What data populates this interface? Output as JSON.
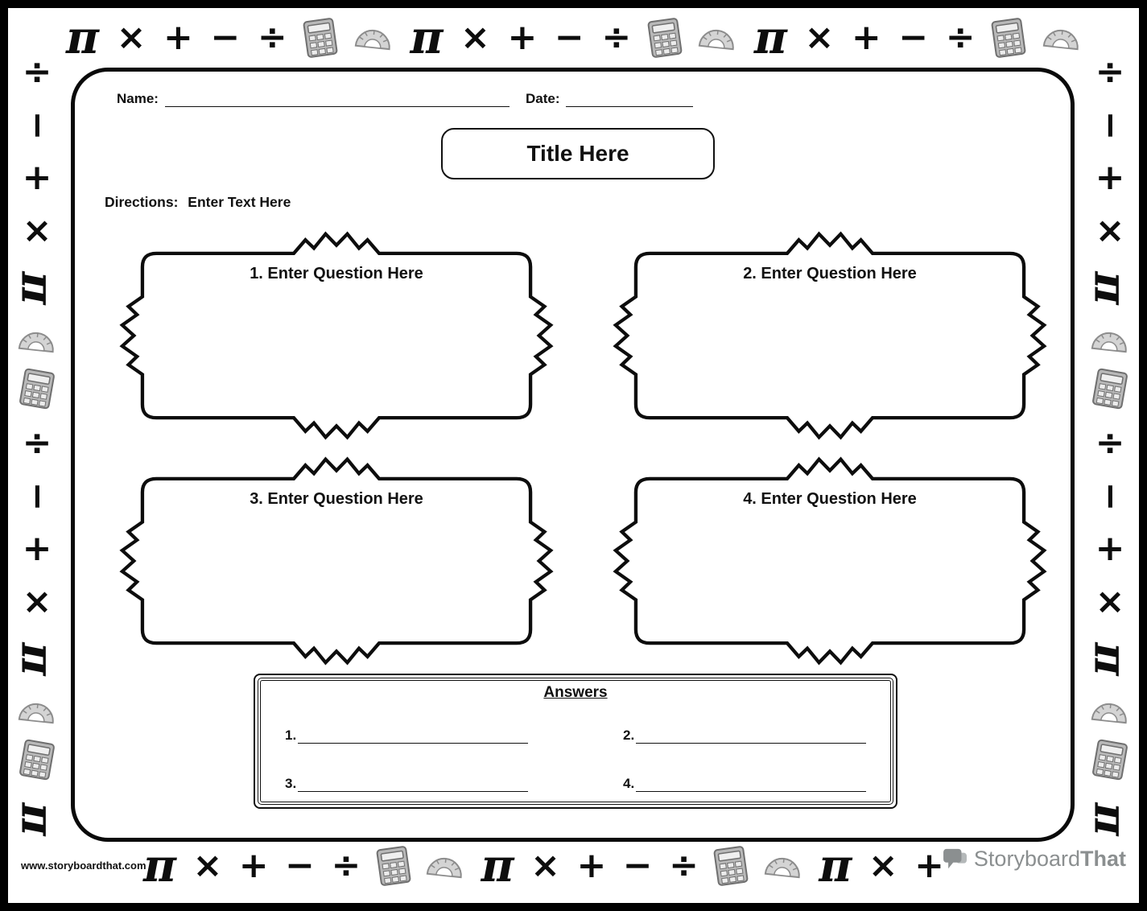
{
  "header": {
    "name_label": "Name:",
    "date_label": "Date:",
    "title": "Title Here",
    "directions_label": "Directions:",
    "directions_placeholder": "Enter Text Here"
  },
  "questions": [
    {
      "label": "1. Enter Question Here"
    },
    {
      "label": "2. Enter Question Here"
    },
    {
      "label": "3. Enter Question Here"
    },
    {
      "label": "4. Enter Question Here"
    }
  ],
  "answers": {
    "title": "Answers",
    "items": [
      {
        "number": "1."
      },
      {
        "number": "2."
      },
      {
        "number": "3."
      },
      {
        "number": "4."
      }
    ]
  },
  "footer": {
    "website": "www.storyboardthat.com",
    "brand_regular": "Storyboard",
    "brand_bold": "That"
  },
  "symbols": {
    "pi": "π",
    "times": "×",
    "plus": "+",
    "minus": "−",
    "divide": "÷"
  },
  "colors": {
    "ink": "#111111",
    "icon_gray": "#b9b9b9",
    "logo_gray": "#8b8f90"
  }
}
